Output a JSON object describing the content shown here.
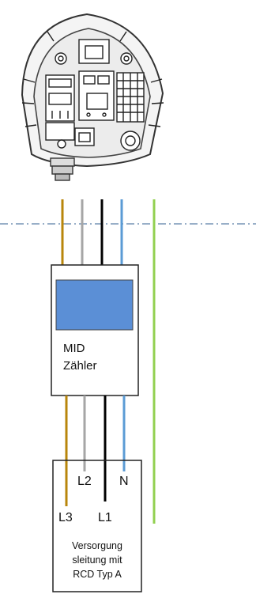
{
  "colors": {
    "brown": "#b8860b",
    "grey": "#a6a6a6",
    "black": "#000000",
    "blue": "#5b9bd5",
    "green": "#92d050",
    "meter_display": "#5b8fd6",
    "dash_line": "#5b7fa6",
    "outline": "#222222"
  },
  "icons": {
    "wallbox": "ev-charger-wallbox-icon"
  },
  "meter": {
    "line1": "MID",
    "line2": "Zähler"
  },
  "supply": {
    "labels": {
      "l2": "L2",
      "n": "N",
      "l3": "L3",
      "l1": "L1"
    },
    "text_line1": "Versorgung",
    "text_line2": "sleitung mit",
    "text_line3": "RCD Typ A"
  }
}
